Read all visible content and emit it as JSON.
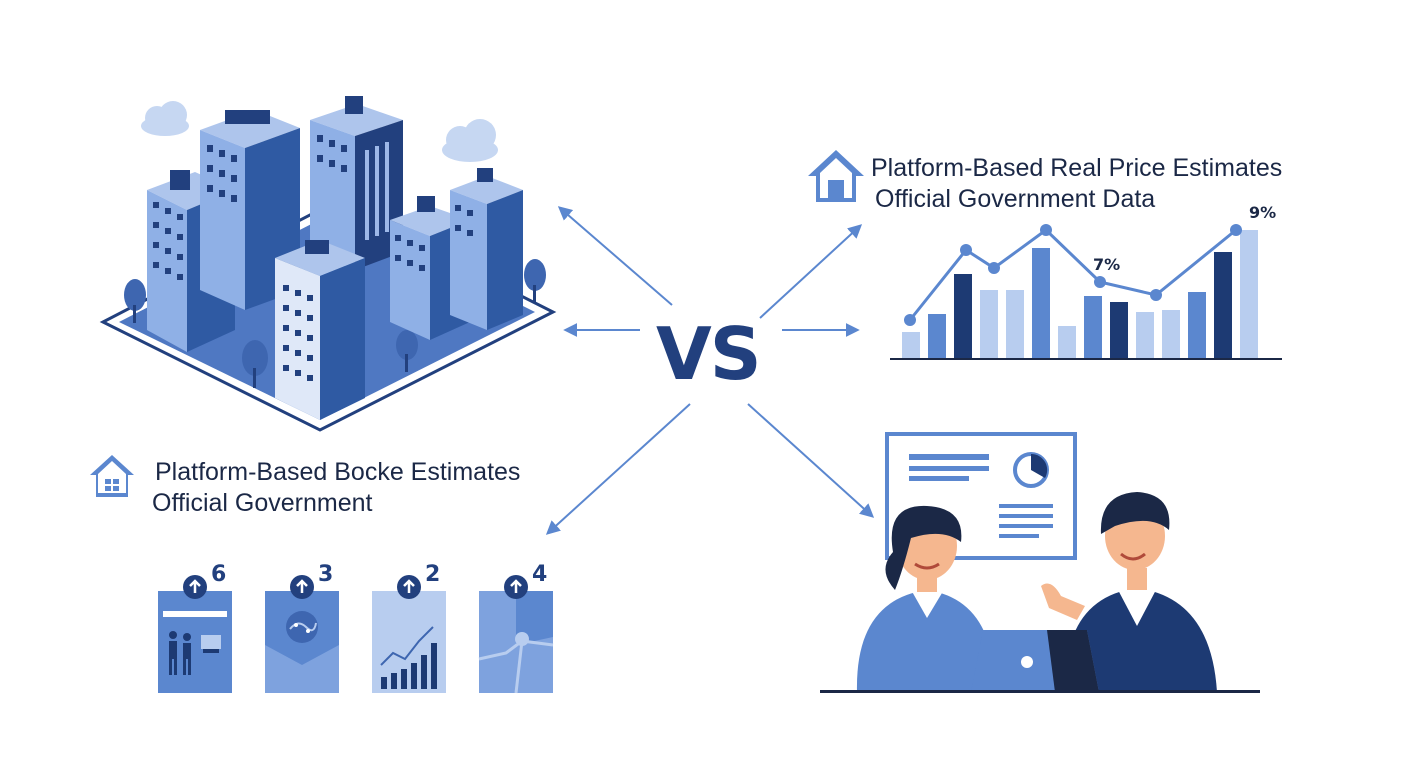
{
  "center": {
    "vs_label": "VS"
  },
  "left_section": {
    "heading_line1": "Platform-Based Bocke Estimates",
    "heading_line2": "Official Government",
    "icon": "house-icon"
  },
  "right_section": {
    "heading_line1": "Platform-Based Real Price Estimates",
    "heading_line2": "Official Government Data",
    "icon": "house-icon"
  },
  "chart_data": {
    "type": "bar",
    "annotations": [
      "7%",
      "9%"
    ]
  },
  "cards": [
    {
      "number": "6",
      "icon": "people-at-office-icon"
    },
    {
      "number": "3",
      "icon": "map-pin-icon"
    },
    {
      "number": "2",
      "icon": "growth-chart-icon"
    },
    {
      "number": "4",
      "icon": "network-map-icon"
    }
  ],
  "colors": {
    "navy": "#22407e",
    "mid_blue": "#5b87cf",
    "light_blue": "#b8cdef",
    "dark_navy": "#1d3a73"
  }
}
